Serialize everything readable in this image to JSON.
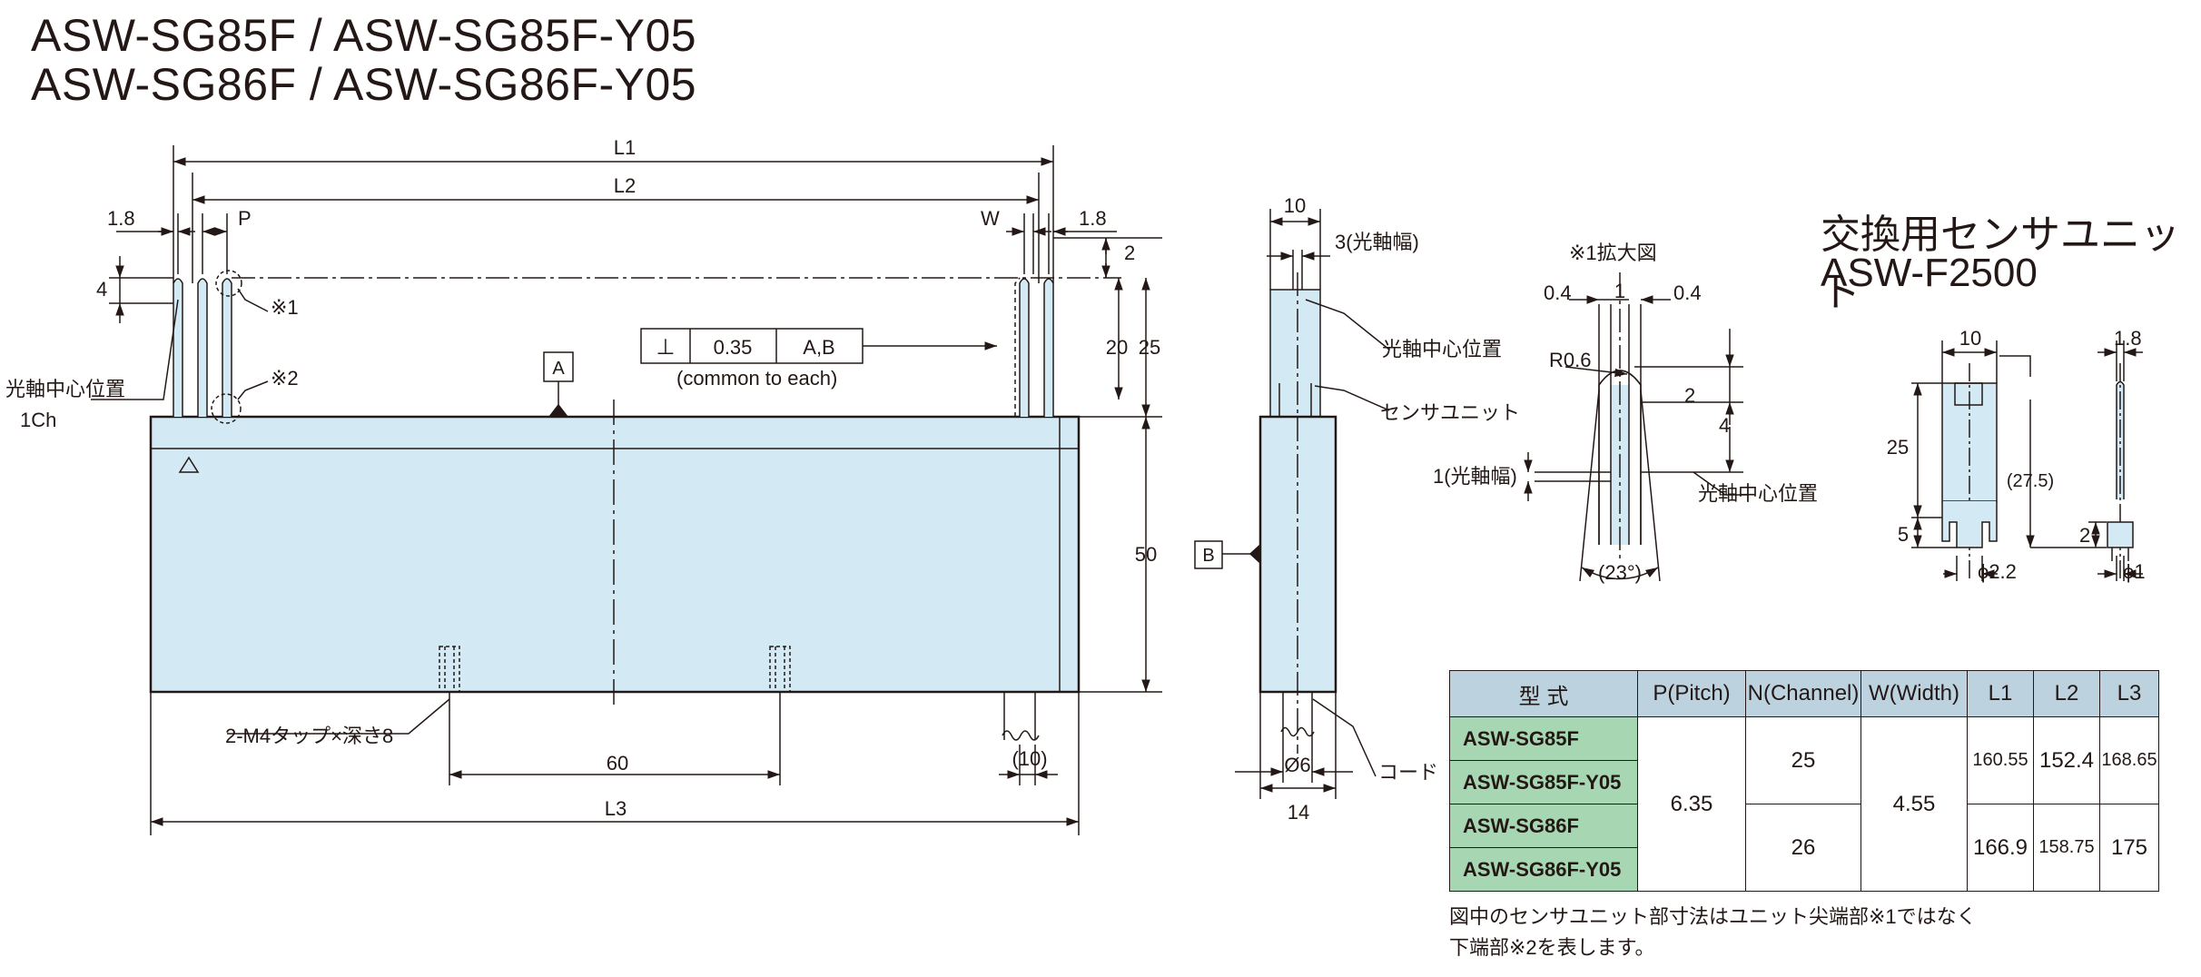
{
  "titles": {
    "line1": "ASW-SG85F / ASW-SG85F-Y05",
    "line2": "ASW-SG86F / ASW-SG86F-Y05"
  },
  "front_view": {
    "dims": {
      "L1": "L1",
      "L2": "L2",
      "L3": "L3",
      "P": "P",
      "W": "W",
      "d_1_8_left": "1.8",
      "d_1_8_right": "1.8",
      "d_4": "4",
      "d_2": "2",
      "d_20": "20",
      "d_25": "25",
      "d_50": "50",
      "d_60": "60",
      "d_10": "(10)"
    },
    "labels": {
      "kome1": "※1",
      "kome2": "※2",
      "optical_center": "光軸中心位置",
      "first_ch": "1Ch",
      "datum_a": "A",
      "tap": "2-M4タップ×深さ8",
      "tolerance_symbol": "⊥",
      "tolerance_value": "0.35",
      "tolerance_datum": "A,B",
      "tolerance_note": "(common to each)"
    }
  },
  "side_view": {
    "dims": {
      "d_10": "10",
      "d_14": "14",
      "d_phi6": "Ø6",
      "d_3": "3(光軸幅)"
    },
    "labels": {
      "optical_center": "光軸中心位置",
      "sensor_unit": "センサユニット",
      "cord": "コード",
      "datum_b": "B"
    }
  },
  "enlarged_view": {
    "title": "※1拡大図",
    "dims": {
      "d_0_4_l": "0.4",
      "d_1": "1",
      "d_0_4_r": "0.4",
      "r": "R0.6",
      "d_2": "2",
      "d_4": "4",
      "angle": "(23°)",
      "optical_width": "1(光軸幅)"
    },
    "labels": {
      "optical_center": "光軸中心位置"
    }
  },
  "replacement_unit": {
    "title_line1": "交換用センサユニット",
    "title_line2": "ASW-F2500",
    "dims": {
      "d_10": "10",
      "d_1_8": "1.8",
      "d_25": "25",
      "d_5": "5",
      "d_27_5": "(27.5)",
      "d_2": "2",
      "phi2_2": "ϕ2.2",
      "phi1": "ϕ1"
    }
  },
  "spec_table": {
    "headers": [
      "型 式",
      "P(Pitch)",
      "N(Channel)",
      "W(Width)",
      "L1",
      "L2",
      "L3"
    ],
    "models": [
      "ASW-SG85F",
      "ASW-SG85F-Y05",
      "ASW-SG86F",
      "ASW-SG86F-Y05"
    ],
    "pitch": "6.35",
    "width": "4.55",
    "rows": [
      {
        "channel": "25",
        "L1": "160.55",
        "L2": "152.4",
        "L3": "168.65"
      },
      {
        "channel": "26",
        "L1": "166.9",
        "L2": "158.75",
        "L3": "175"
      }
    ]
  },
  "notes": {
    "line1": "図中のセンサユニット部寸法はユニット尖端部※1ではなく",
    "line2": "下端部※2を表します。"
  },
  "colors": {
    "body_fill": "#d3eaf5",
    "table_header": "#bcd3df",
    "table_model": "#a7d7b2",
    "line": "#231815"
  }
}
